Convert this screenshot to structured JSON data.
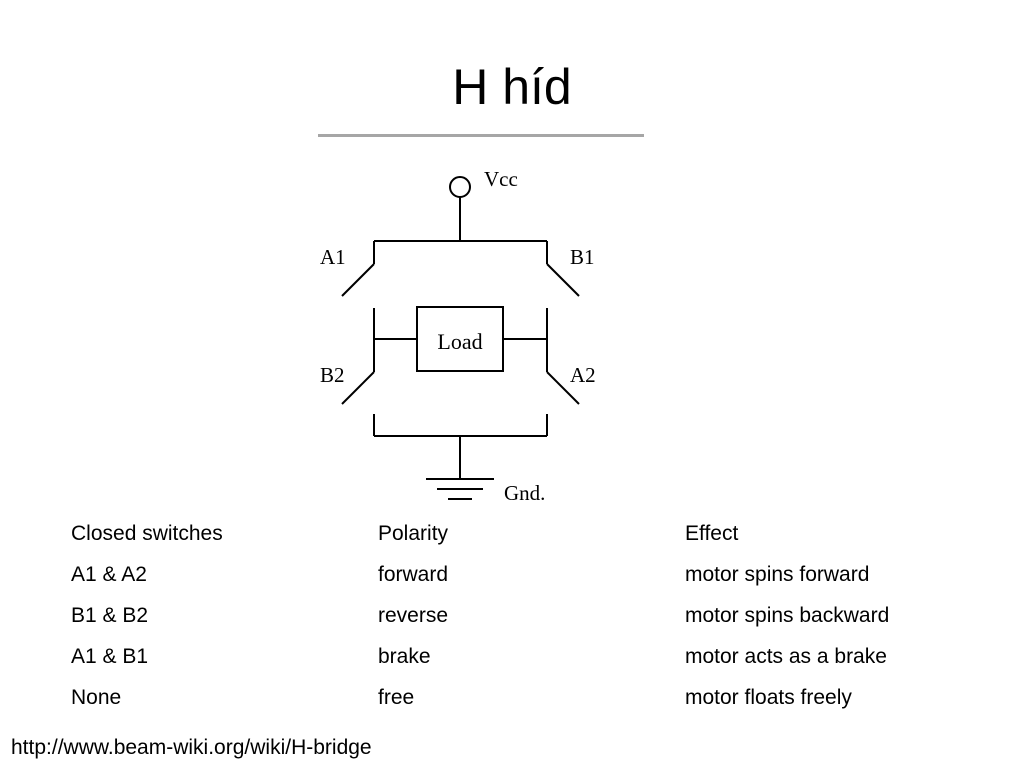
{
  "slide": {
    "title": "H híd",
    "source": "http://www.beam-wiki.org/wiki/H-bridge"
  },
  "diagram": {
    "labels": {
      "vcc": "Vcc",
      "a1": "A1",
      "b1": "B1",
      "b2": "B2",
      "a2": "A2",
      "load": "Load",
      "gnd": "Gnd."
    }
  },
  "table": {
    "headers": [
      "Closed switches",
      "Polarity",
      "Effect"
    ],
    "rows": [
      [
        "A1 & A2",
        "forward",
        "motor spins forward"
      ],
      [
        "B1 & B2",
        "reverse",
        "motor spins backward"
      ],
      [
        "A1 & B1",
        "brake",
        "motor acts as a brake"
      ],
      [
        "None",
        "free",
        "motor floats freely"
      ]
    ]
  }
}
